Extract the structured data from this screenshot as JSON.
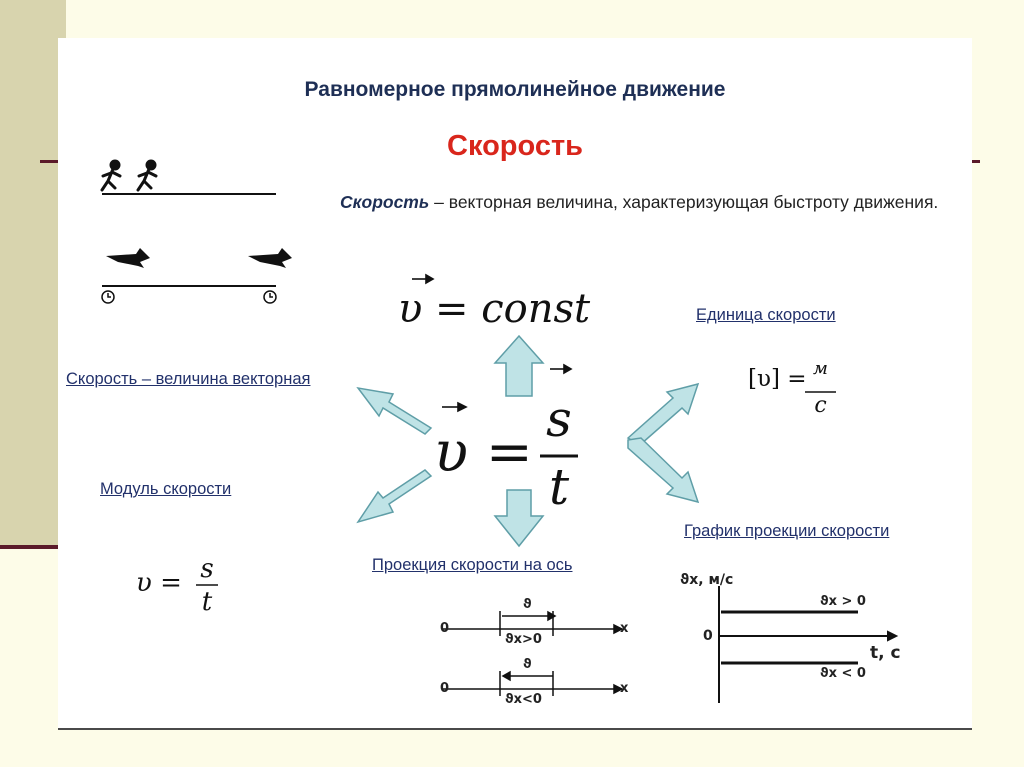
{
  "title": "Равномерное прямолинейное движение",
  "subtitle": "Скорость",
  "definition": {
    "term": "Скорость",
    "text": " – векторная величина, характеризующая быстроту движения."
  },
  "labels": {
    "vector": "Скорость – величина векторная",
    "unit": "Единица скорости",
    "modulus": "Модуль скорости",
    "projection": "Проекция скорости на ось",
    "graph": "График проекции скорости"
  },
  "formulas": {
    "const_lhs": "υ",
    "const_rhs": "= const",
    "center_lhs": "υ =",
    "center_num": "s",
    "center_den": "t",
    "unit_lhs": "[υ] =",
    "unit_num": "м",
    "unit_den": "с",
    "mod_lhs": "υ =",
    "mod_num": "s",
    "mod_den": "t"
  },
  "projection_diagram": {
    "axis_origin": "0",
    "axis_label": "x",
    "vector_label": "ϑ",
    "positive": "ϑx>0",
    "negative": "ϑx<0"
  },
  "graph_diagram": {
    "y_label": "ϑx, м/с",
    "x_label": "t, с",
    "origin": "0",
    "positive": "ϑx > 0",
    "negative": "ϑx < 0"
  },
  "colors": {
    "title": "#1e2f55",
    "subtitle": "#d9261c",
    "arrow_fill": "#bfe3e6",
    "arrow_stroke": "#5f9ea7",
    "label": "#22316b"
  },
  "icons": [
    "runner-icon",
    "airplane-icon",
    "clock-icon"
  ]
}
